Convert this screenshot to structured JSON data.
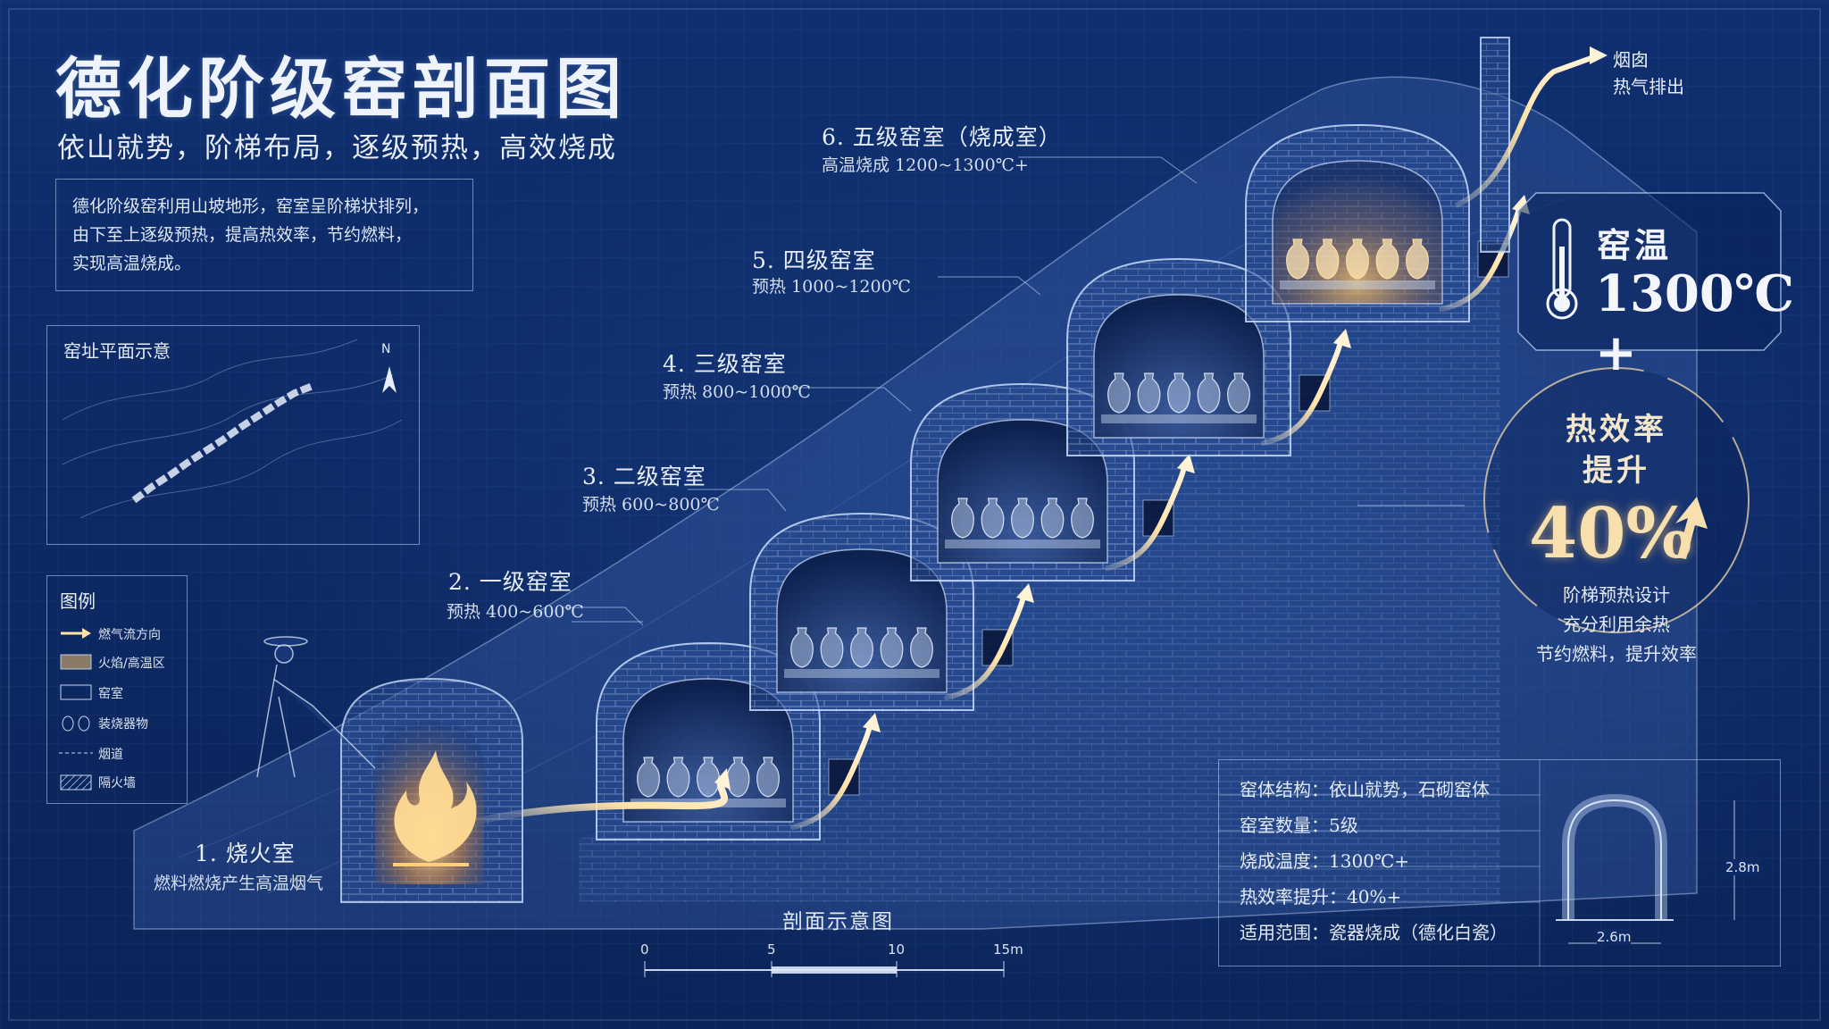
{
  "title": "德化阶级窑剖面图",
  "subtitle": "依山就势，阶梯布局，逐级预热，高效烧成",
  "intro": [
    "德化阶级窑利用山坡地形，窑室呈阶梯状排列，",
    "由下至上逐级预热，提高热效率，节约燃料，",
    "实现高温烧成。"
  ],
  "site_plan": {
    "title": "窑址平面示意",
    "north": "N"
  },
  "legend": {
    "title": "图例",
    "items": [
      {
        "label": "燃气流方向",
        "icon": "arrow-icon"
      },
      {
        "label": "火焰/高温区",
        "icon": "flame-zone-icon"
      },
      {
        "label": "窑室",
        "icon": "chamber-icon"
      },
      {
        "label": "装烧器物",
        "icon": "vase-icon"
      },
      {
        "label": "烟道",
        "icon": "flue-icon"
      },
      {
        "label": "隔火墙",
        "icon": "hatch-icon"
      }
    ]
  },
  "stages": [
    {
      "label": "1. 烧火室",
      "desc": "燃料燃烧产生高温烟气"
    },
    {
      "label": "2. 一级窑室",
      "desc": "预热 400~600℃"
    },
    {
      "label": "3. 二级窑室",
      "desc": "预热 600~800℃"
    },
    {
      "label": "4. 三级窑室",
      "desc": "预热 800~1000℃"
    },
    {
      "label": "5. 四级窑室",
      "desc": "预热 1000~1200℃"
    },
    {
      "label": "6. 五级窑室（烧成室）",
      "desc": "高温烧成 1200~1300℃+"
    }
  ],
  "chimney": {
    "line1": "烟囱",
    "line2": "热气排出"
  },
  "temperature": {
    "label": "窑温",
    "value": "1300℃+",
    "icon": "thermometer-icon"
  },
  "efficiency": {
    "title_line1": "热效率",
    "title_line2": "提升",
    "value": "40%",
    "desc": [
      "阶梯预热设计",
      "充分利用余热",
      "节约燃料，提升效率"
    ]
  },
  "specs": [
    {
      "text": "窑体结构：依山就势，石砌窑体"
    },
    {
      "text": "窑室数量：5级"
    },
    {
      "text": "烧成温度：1300℃+"
    },
    {
      "text": "热效率提升：40%+"
    },
    {
      "text": "适用范围：瓷器烧成（德化白瓷）"
    }
  ],
  "arch_dims": {
    "height": "2.8m",
    "width": "2.6m"
  },
  "scale": {
    "title": "剖面示意图",
    "ticks": [
      "0",
      "5",
      "10",
      "15m"
    ]
  },
  "colors": {
    "background": "#0d2a66",
    "line": "#c9daf5",
    "fire": "#f5b65c",
    "glow": "#ffd88f"
  }
}
